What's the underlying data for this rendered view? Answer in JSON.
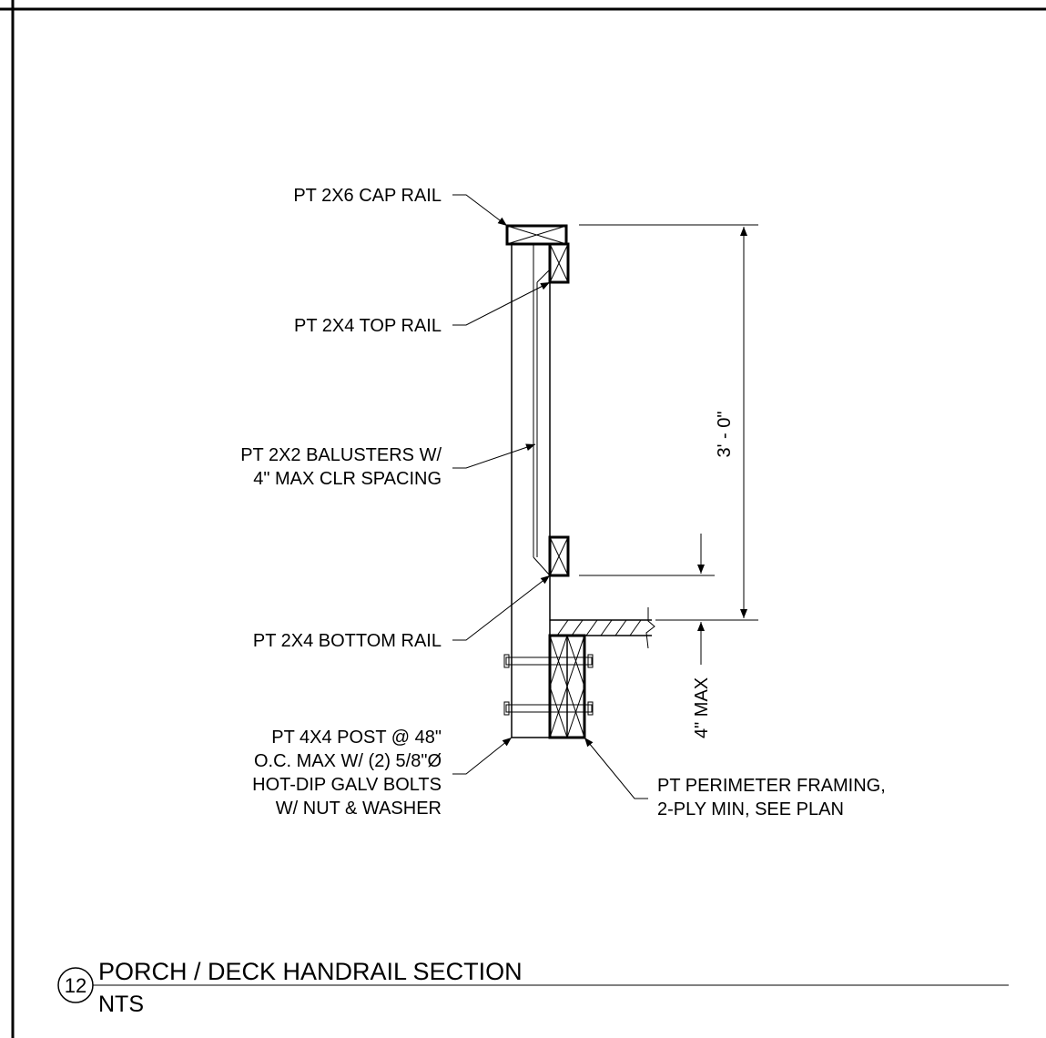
{
  "detail": {
    "number": "12",
    "title": "PORCH / DECK HANDRAIL SECTION",
    "scale": "NTS"
  },
  "callouts": {
    "cap_rail": [
      "PT 2X6 CAP RAIL"
    ],
    "top_rail": [
      "PT 2X4 TOP RAIL"
    ],
    "balusters": [
      "PT 2X2 BALUSTERS W/",
      "4\" MAX CLR SPACING"
    ],
    "bottom_rail": [
      "PT 2X4 BOTTOM RAIL"
    ],
    "post": [
      "PT 4X4 POST @ 48\"",
      "O.C. MAX W/ (2) 5/8\"Ø",
      "HOT-DIP GALV BOLTS",
      "W/ NUT & WASHER"
    ],
    "framing": [
      "PT PERIMETER FRAMING,",
      "2-PLY MIN, SEE PLAN"
    ]
  },
  "dimensions": {
    "rail_height": "3' - 0\"",
    "gap": "4\" MAX"
  }
}
